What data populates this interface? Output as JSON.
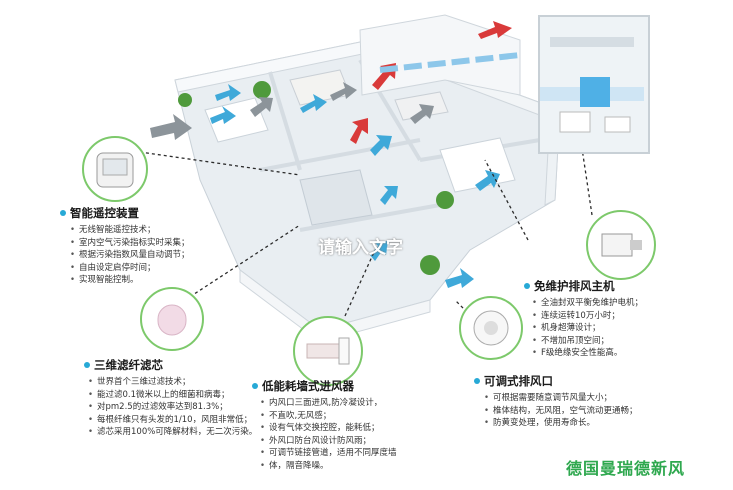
{
  "overlay_text": "请输入文字",
  "brand": "德国曼瑞德新风",
  "features": [
    {
      "title": "智能遥控装置",
      "items": [
        "无线智能遥控技术；",
        "室内空气污染指标实时采集；",
        "根据污染指数风量自动调节；",
        "自由设定启停时间；",
        "实现智能控制。"
      ]
    },
    {
      "title": "三维滤纤滤芯",
      "items": [
        "世界首个三维过滤技术；",
        "能过滤0.1微米以上的细菌和病毒；",
        "对pm2.5的过滤效率达到81.3%；",
        "每根纤维只有头发的1/10，风阻非常低；",
        "滤芯采用100%可降解材料，无二次污染。"
      ]
    },
    {
      "title": "低能耗墙式进风器",
      "items": [
        "内风口三面进风,防冷凝设计，",
        "不直吹,无风感；",
        "设有气体交换控腔，能耗低；",
        "外风口防台风设计防风雨；",
        "可调节链接管道，适用不同厚度墙",
        "体，隔音降噪。"
      ]
    },
    {
      "title": "可调式排风口",
      "items": [
        "可根据需要随意调节风量大小；",
        "椎体结构，无风阻，空气流动更通畅；",
        "防黄变处理，使用寿命长。"
      ]
    },
    {
      "title": "免维护排风主机",
      "items": [
        "全油封双平衡免维护电机；",
        "连续运转10万小时；",
        "机身超薄设计；",
        "不增加吊顶空间；",
        "F级绝缘安全性能高。"
      ]
    }
  ],
  "colors": {
    "accent": "#27a9d6",
    "brand": "#2fa84f",
    "circle_border": "#7dc96b"
  }
}
